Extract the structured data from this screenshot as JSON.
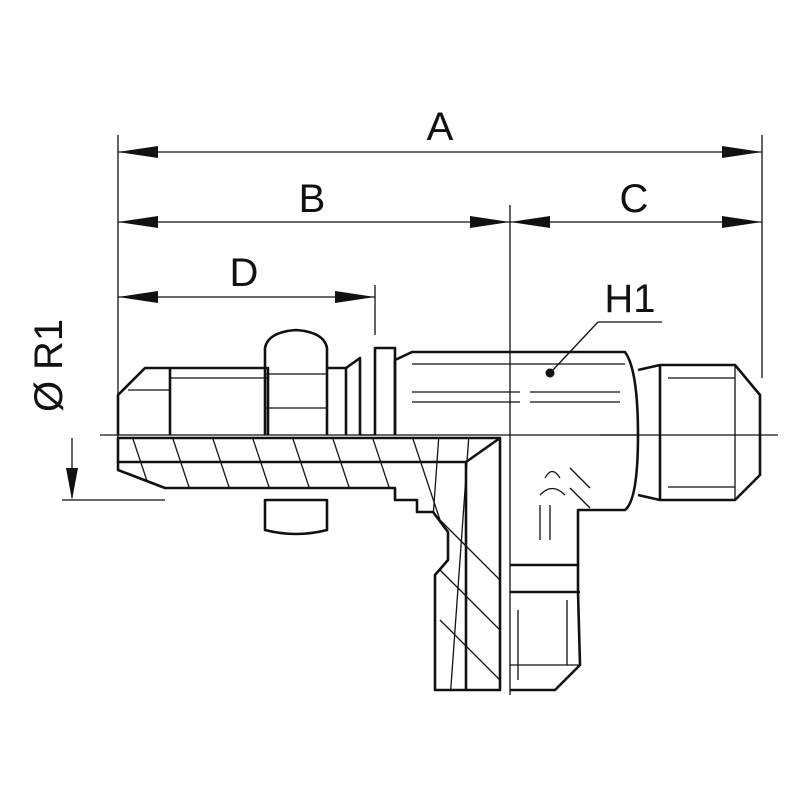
{
  "dimensions": {
    "a": "A",
    "b": "B",
    "c": "C",
    "d": "D",
    "h1": "H1",
    "r1_symbol": "Ø",
    "r1": "R1"
  },
  "colors": {
    "line": "#111111",
    "background": "#ffffff"
  }
}
